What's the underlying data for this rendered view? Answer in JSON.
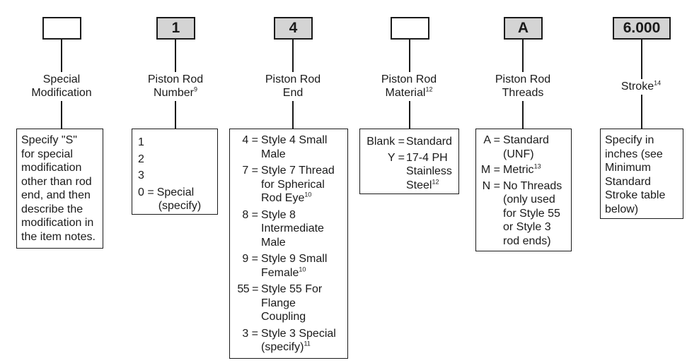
{
  "columns": {
    "special_mod": {
      "code": "",
      "label_lines": [
        "Special",
        "Modification"
      ],
      "description_lines": [
        "Specify \"S\"",
        "for special",
        "modification",
        "other than rod",
        "end, and then",
        "describe the",
        "modification in",
        "the item notes."
      ]
    },
    "rod_number": {
      "code": "1",
      "label_lines": [
        "Piston Rod",
        "Number"
      ],
      "label_sup": "9",
      "options": [
        "1",
        "2",
        "3"
      ],
      "special_key": "0 =",
      "special_lines": [
        "Special",
        "(specify)"
      ]
    },
    "rod_end": {
      "code": "4",
      "label_lines": [
        "Piston Rod",
        "End"
      ],
      "options": [
        {
          "key": "4 =",
          "lines": [
            "Style 4 Small",
            "Male"
          ],
          "sup": ""
        },
        {
          "key": "7 =",
          "lines": [
            "Style 7 Thread",
            "for Spherical",
            "Rod Eye"
          ],
          "sup": "10"
        },
        {
          "key": "8 =",
          "lines": [
            "Style 8",
            "Intermediate",
            "Male"
          ],
          "sup": ""
        },
        {
          "key": "9 =",
          "lines": [
            "Style 9 Small",
            "Female"
          ],
          "sup": "10"
        },
        {
          "key": "55 =",
          "lines": [
            "Style 55 For",
            "Flange",
            "Coupling"
          ],
          "sup": ""
        },
        {
          "key": "3 =",
          "lines": [
            "Style 3 Special",
            "(specify)"
          ],
          "sup": "11"
        }
      ]
    },
    "rod_material": {
      "code": "",
      "label_lines": [
        "Piston Rod",
        "Material"
      ],
      "label_sup": "12",
      "options": [
        {
          "key": "Blank =",
          "lines": [
            "Standard"
          ],
          "sup": ""
        },
        {
          "key": "Y =",
          "lines": [
            "17-4 PH",
            "Stainless",
            "Steel"
          ],
          "sup": "12"
        }
      ]
    },
    "rod_threads": {
      "code": "A",
      "label_lines": [
        "Piston Rod",
        "Threads"
      ],
      "options": [
        {
          "key": "A =",
          "lines": [
            "Standard",
            "(UNF)"
          ],
          "sup": ""
        },
        {
          "key": "M =",
          "lines": [
            "Metric"
          ],
          "sup": "13"
        },
        {
          "key": "N =",
          "lines": [
            "No Threads",
            "(only used",
            "for Style 55",
            "or Style 3",
            "rod ends)"
          ],
          "sup": ""
        }
      ]
    },
    "stroke": {
      "code": "6.000",
      "label_lines": [
        "Stroke"
      ],
      "label_sup": "14",
      "description_lines": [
        "Specify in",
        "inches (see",
        "Minimum",
        "Standard",
        "Stroke table",
        "below)"
      ]
    }
  }
}
